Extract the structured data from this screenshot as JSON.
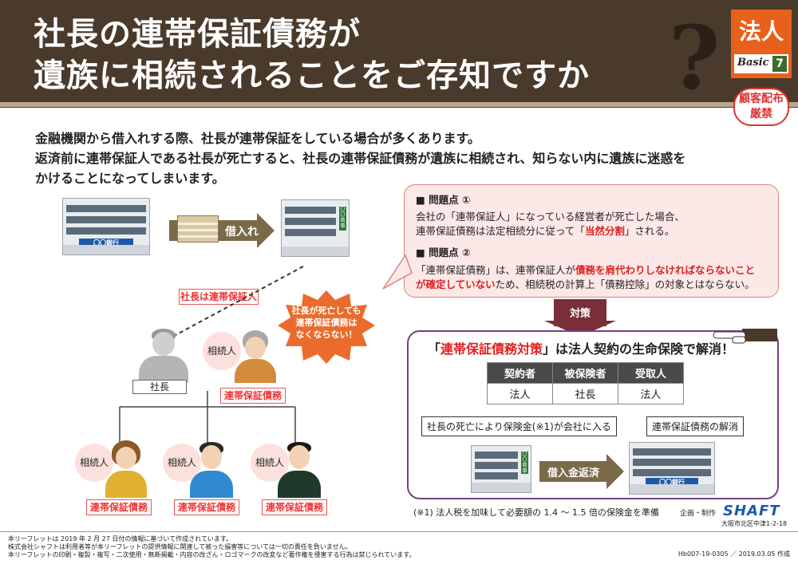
{
  "header": {
    "title_line1": "社長の連帯保証債務が",
    "title_line2": "遺族に相続されることをご存知ですか",
    "question_mark": "?",
    "category": "法人",
    "series_label": "Basic",
    "series_number": "7",
    "stamp_line1": "顧客配布",
    "stamp_line2": "厳禁"
  },
  "intro": {
    "line1": "金融機関から借入れする際、社長が連帯保証をしている場合が多くあります。",
    "line2": "返済前に連帯保証人である社長が死亡すると、社長の連帯保証債務が遺族に相続され、知らない内に遺族に迷惑を",
    "line3": "かけることになってしまいます。"
  },
  "diagram": {
    "bank_sign": "〇〇銀行",
    "company_sign": "〇〇商事",
    "borrow_label": "借入れ",
    "guarantor_tag": "社長は連帯保証人",
    "burst_line1": "社長が死亡しても",
    "burst_line2": "連帯保証債務は",
    "burst_line3": "なくならない！",
    "president_label": "社長",
    "heir_label": "相続人",
    "debt_tag": "連帯保証債務"
  },
  "problems": {
    "p1_head": "■ 問題点 ①",
    "p1_line1": "会社の「連帯保証人」になっている経営者が死亡した場合、",
    "p1_line2a": "連帯保証債務は法定相続分に従って「",
    "p1_line2b": "当然分割",
    "p1_line2c": "」される。",
    "p2_head": "■ 問題点 ②",
    "p2_line1a": "「連帯保証債務」は、連帯保証人が",
    "p2_line1b": "債務を肩代わりしなければならないこと",
    "p2_line2a": "が確定していない",
    "p2_line2b": "ため、相続税の計算上「債務控除」の対象とはならない。"
  },
  "solution": {
    "arrow_label": "対策",
    "title_a": "「",
    "title_red": "連帯保証債務対策",
    "title_b": "」は法人契約の生命保険で解消！",
    "table_headers": [
      "契約者",
      "被保険者",
      "受取人"
    ],
    "table_values": [
      "法人",
      "社長",
      "法人"
    ],
    "bubble_left": "社長の死亡により保険金(※1)が会社に入る",
    "bubble_right": "連帯保証債務の解消",
    "repay_label": "借入金返済",
    "company_sign": "〇〇商事",
    "bank_sign": "〇〇銀行"
  },
  "footnote": "(※1) 法人税を加味して必要額の 1.4 ～ 1.5 倍の保険金を準備",
  "credit": {
    "label": "企画・制作",
    "brand": "SHAFT",
    "address": "大阪市北区中津1-2-18"
  },
  "footer": {
    "line1": "本リーフレットは 2019 年 2 月 27 日付の情報に基づいて作成されています。",
    "line2": "株式会社シャフトは利用者等が本リーフレットの提供情報に関連して被った損害等については一切の責任を負いません。",
    "line3": "本リーフレットの印刷・複製・複写・二次使用・無断掲載・内容の改ざん・ロゴマークの改変など著作権を侵害する行為は禁じられています。",
    "code": "Hb007-19-0305 ／ 2019.03.05 作成"
  },
  "colors": {
    "header_bg": "#4a3a2c",
    "accent_orange": "#e8611c",
    "alert_red": "#e02020",
    "solution_border": "#7a3e84"
  }
}
